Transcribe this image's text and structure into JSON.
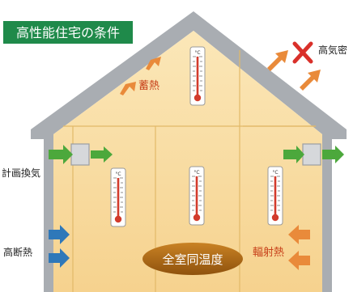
{
  "title": "高性能住宅の条件",
  "labels": {
    "airtight": "高気密",
    "stored_heat": "蓄熱",
    "ventilation": "計画換気",
    "insulation": "高断熱",
    "radiant_heat": "輻射熱",
    "uniform_temperature": "全室同温度"
  },
  "thermometer_unit": "°C",
  "colors": {
    "title_bg": "#1f8a4a",
    "title_text": "#ffffff",
    "roof_frame": "#a9adb2",
    "wall_fill": "#f8dca0",
    "wall_lines": "#e0b86c",
    "green_arrow": "#4ca83c",
    "blue_arrow": "#2f78b9",
    "orange_arrow": "#e98a3a",
    "red_x": "#d9302a",
    "label_red": "#c8431c",
    "ellipse_fill": "#b06b14",
    "ellipse_text": "#ffffff"
  }
}
